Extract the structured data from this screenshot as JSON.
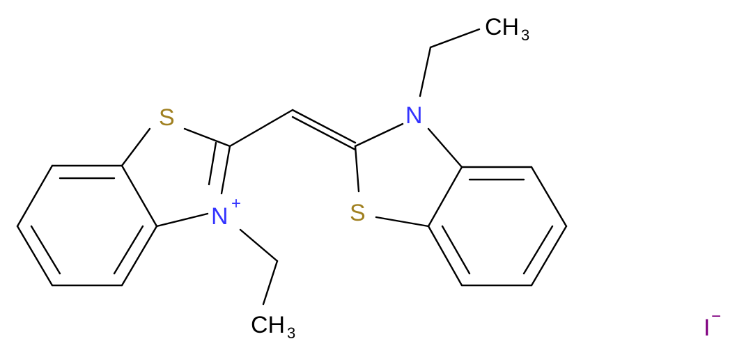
{
  "molecule": {
    "atoms": [
      {
        "id": "s1",
        "symbol": "S",
        "color": "#a08020"
      },
      {
        "id": "n1",
        "symbol": "N",
        "color": "#3333ff",
        "charge": "+"
      },
      {
        "id": "ch3_bottom",
        "symbol": "CH",
        "sub": "3",
        "color": "#000000"
      },
      {
        "id": "s2",
        "symbol": "S",
        "color": "#a08020"
      },
      {
        "id": "n2",
        "symbol": "N",
        "color": "#3333ff"
      },
      {
        "id": "ch3_top",
        "symbol": "CH",
        "sub": "3",
        "color": "#000000"
      }
    ],
    "counterion": {
      "symbol": "I",
      "charge": "−",
      "color": "#800080"
    }
  }
}
